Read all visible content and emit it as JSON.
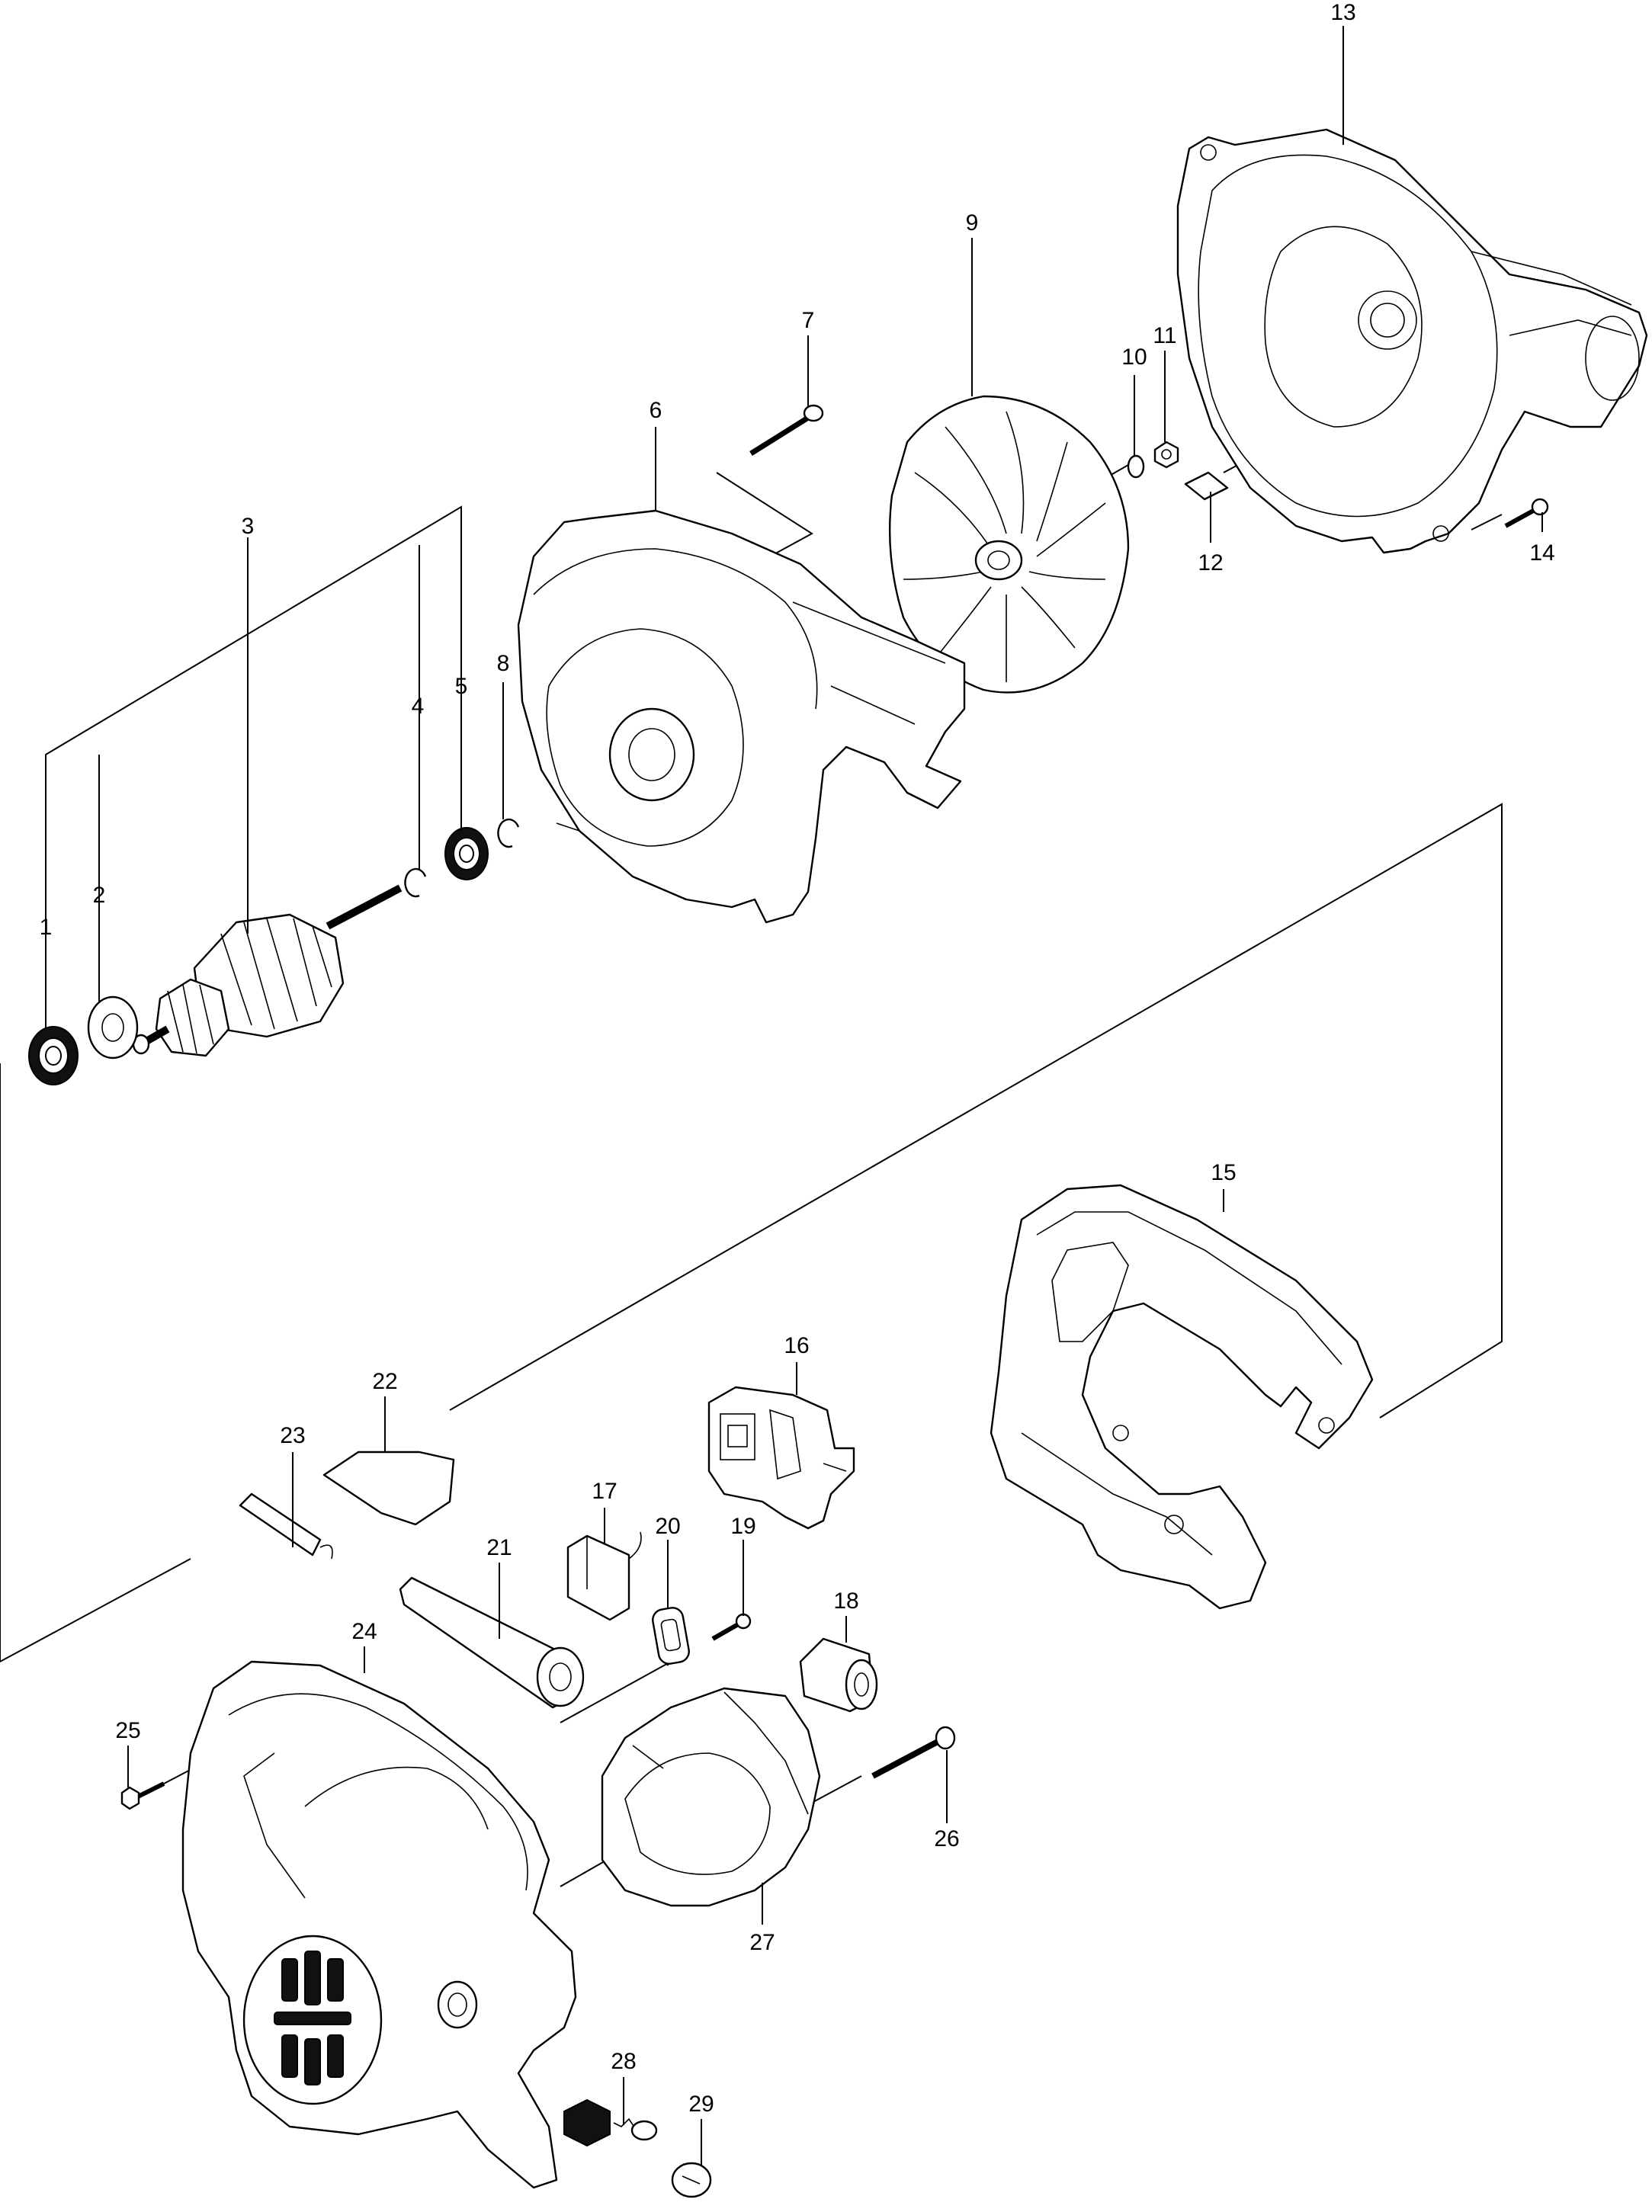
{
  "diagram": {
    "type": "exploded-parts-diagram",
    "parts": [
      {
        "id": "1",
        "label": "1",
        "icon": "ball-bearing-icon"
      },
      {
        "id": "2",
        "label": "2",
        "icon": "insulation-washer-icon"
      },
      {
        "id": "3",
        "label": "3",
        "icon": "armature-icon"
      },
      {
        "id": "4",
        "label": "4",
        "icon": "retaining-ring-icon"
      },
      {
        "id": "5",
        "label": "5",
        "icon": "ball-bearing-icon"
      },
      {
        "id": "6",
        "label": "6",
        "icon": "fan-housing-icon"
      },
      {
        "id": "7",
        "label": "7",
        "icon": "tapping-screw-icon"
      },
      {
        "id": "8",
        "label": "8",
        "icon": "retaining-ring-icon"
      },
      {
        "id": "9",
        "label": "9",
        "icon": "fan-icon"
      },
      {
        "id": "10",
        "label": "10",
        "icon": "flat-washer-icon"
      },
      {
        "id": "11",
        "label": "11",
        "icon": "hex-nut-icon"
      },
      {
        "id": "12",
        "label": "12",
        "icon": "nameplate-icon"
      },
      {
        "id": "13",
        "label": "13",
        "icon": "fan-cover-icon"
      },
      {
        "id": "14",
        "label": "14",
        "icon": "tapping-screw-icon"
      },
      {
        "id": "15",
        "label": "15",
        "icon": "handle-cover-icon"
      },
      {
        "id": "16",
        "label": "16",
        "icon": "switch-icon"
      },
      {
        "id": "17",
        "label": "17",
        "icon": "noise-suppressor-icon"
      },
      {
        "id": "18",
        "label": "18",
        "icon": "sleeve-icon"
      },
      {
        "id": "19",
        "label": "19",
        "icon": "tapping-screw-icon"
      },
      {
        "id": "20",
        "label": "20",
        "icon": "strain-relief-icon"
      },
      {
        "id": "21",
        "label": "21",
        "icon": "cord-guard-icon"
      },
      {
        "id": "22",
        "label": "22",
        "icon": "insulation-sheet-icon"
      },
      {
        "id": "23",
        "label": "23",
        "icon": "insulation-tube-icon"
      },
      {
        "id": "24",
        "label": "24",
        "icon": "motor-housing-icon"
      },
      {
        "id": "25",
        "label": "25",
        "icon": "tapping-screw-icon"
      },
      {
        "id": "26",
        "label": "26",
        "icon": "tapping-screw-icon"
      },
      {
        "id": "27",
        "label": "27",
        "icon": "field-icon"
      },
      {
        "id": "28",
        "label": "28",
        "icon": "carbon-brush-icon"
      },
      {
        "id": "29",
        "label": "29",
        "icon": "brush-holder-cap-icon"
      }
    ]
  }
}
